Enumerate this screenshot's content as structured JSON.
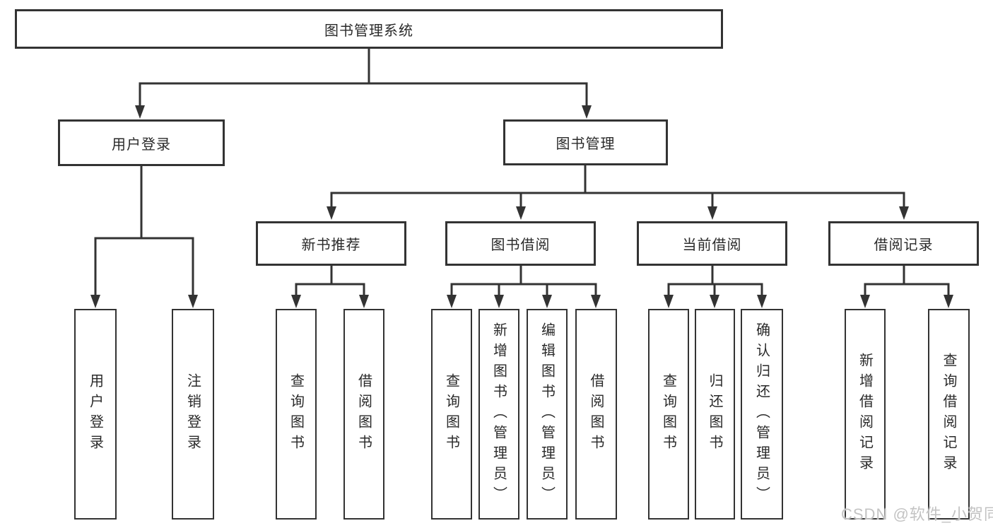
{
  "diagram_title": "图书管理系统",
  "nodes": {
    "root": "图书管理系统",
    "user_login": "用户登录",
    "book_mgmt": "图书管理",
    "new_book_rec": "新书推荐",
    "book_borrow": "图书借阅",
    "current_borrow": "当前借阅",
    "borrow_record": "借阅记录",
    "leaf_user_login": "用户登录",
    "leaf_logout": "注销登录",
    "leaf_nbr_query": "查询图书",
    "leaf_nbr_borrow": "借阅图书",
    "leaf_bb_query": "查询图书",
    "leaf_bb_add": "新增图书（管理员）",
    "leaf_bb_edit": "编辑图书（管理员）",
    "leaf_bb_borrow": "借阅图书",
    "leaf_cb_query": "查询图书",
    "leaf_cb_return": "归还图书",
    "leaf_cb_confirm": "确认归还（管理员）",
    "leaf_br_add": "新增借阅记录",
    "leaf_br_query": "查询借阅记录"
  },
  "hierarchy": {
    "图书管理系统": {
      "用户登录": [
        "用户登录",
        "注销登录"
      ],
      "图书管理": {
        "新书推荐": [
          "查询图书",
          "借阅图书"
        ],
        "图书借阅": [
          "查询图书",
          "新增图书（管理员）",
          "编辑图书（管理员）",
          "借阅图书"
        ],
        "当前借阅": [
          "查询图书",
          "归还图书",
          "确认归还（管理员）"
        ],
        "借阅记录": [
          "新增借阅记录",
          "查询借阅记录"
        ]
      }
    }
  },
  "watermark": "CSDN @软件_小贺同学",
  "colors": {
    "line": "#333333",
    "box_border": "#333333",
    "text": "#2a2a2a",
    "background": "#ffffff",
    "watermark": "#c3c3c3"
  }
}
